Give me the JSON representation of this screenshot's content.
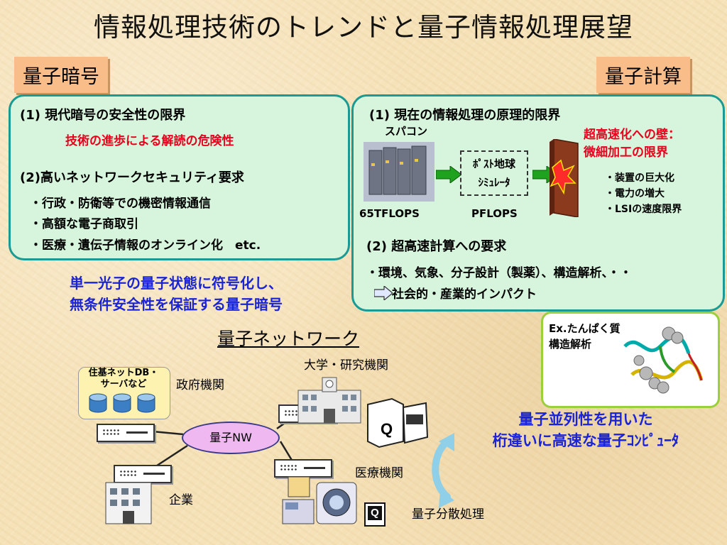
{
  "title": "情報処理技術のトレンドと量子情報処理展望",
  "crypto": {
    "label": "量子暗号",
    "heading1": "(1) 現代暗号の安全性の限界",
    "sub1": "技術の進歩による解読の危険性",
    "heading2": "(2)高いネットワークセキュリティ要求",
    "items": [
      "・行政・防衛等での機密情報通信",
      "・高額な電子商取引",
      "・医療・遺伝子情報のオンライン化　etc."
    ],
    "conclusion_line1": "単一光子の量子状態に符号化し、",
    "conclusion_line2": "無条件安全性を保証する量子暗号"
  },
  "computing": {
    "label": "量子計算",
    "heading1": "(1) 現在の情報処理の原理的限界",
    "supercomputer_label": "スパコン",
    "simulator_label": "ﾎﾟｽﾄ地球\nｼﾐｭﾚｰﾀ",
    "wall_title_line1": "超高速化への壁：",
    "wall_title_line2": "微細加工の限界",
    "wall_items": [
      "・装置の巨大化",
      "・電力の増大",
      "・LSIの速度限界"
    ],
    "flops_left": "65TFLOPS",
    "flops_right": "PFLOPS",
    "heading2": "(2) 超高速計算への要求",
    "needs": "・環境、気象、分子設計（製薬）、構造解析、・・",
    "impact": "社会的・産業的インパクト",
    "example_line1": "Ex.たんぱく質",
    "example_line2": "構造解析",
    "conclusion_line1": "量子並列性を用いた",
    "conclusion_line2": "桁違いに高速な量子ｺﾝﾋﾟｭｰﾀ"
  },
  "network": {
    "title": "量子ネットワーク",
    "db_label_line1": "住基ネットDB・",
    "db_label_line2": "サーバなど",
    "government": "政府機関",
    "university": "大学・研究機関",
    "hub": "量子NW",
    "medical": "医療機関",
    "company": "企業",
    "distributed": "量子分散処理",
    "q_glyph": "Q"
  },
  "colors": {
    "panel_border": "#1a9a93",
    "panel_fill": "#d6f5dc",
    "label_fill": "#f9bd8a",
    "red_text": "#e8001c",
    "blue_text": "#1a24d6",
    "hub_fill": "#f0b8f0",
    "arrow_green": "#1fa31f"
  }
}
